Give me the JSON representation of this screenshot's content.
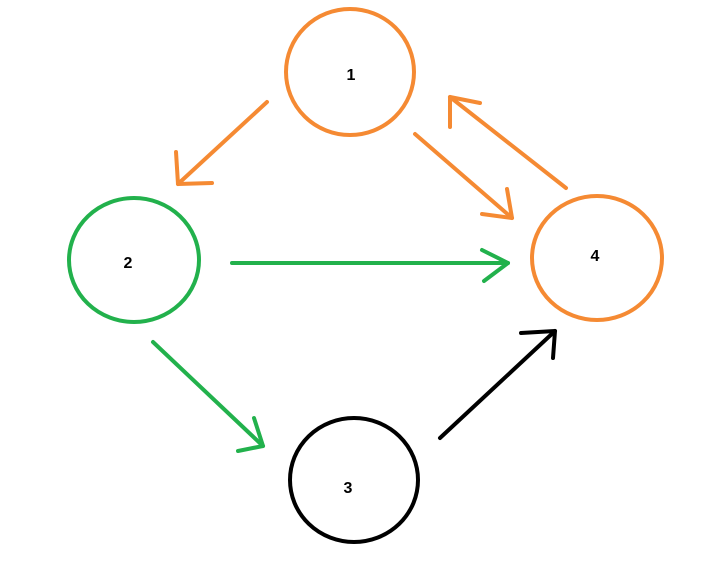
{
  "colors": {
    "orange": "#f58a33",
    "green": "#22b14c",
    "black": "#000000"
  },
  "nodes": [
    {
      "id": "1",
      "label": "1",
      "color": "orange"
    },
    {
      "id": "2",
      "label": "2",
      "color": "green"
    },
    {
      "id": "3",
      "label": "3",
      "color": "black"
    },
    {
      "id": "4",
      "label": "4",
      "color": "orange"
    }
  ],
  "edges": [
    {
      "from": "1",
      "to": "2",
      "color": "orange"
    },
    {
      "from": "1",
      "to": "4",
      "color": "orange"
    },
    {
      "from": "4",
      "to": "1",
      "color": "orange"
    },
    {
      "from": "2",
      "to": "4",
      "color": "green"
    },
    {
      "from": "2",
      "to": "3",
      "color": "green"
    },
    {
      "from": "3",
      "to": "4",
      "color": "black"
    }
  ]
}
